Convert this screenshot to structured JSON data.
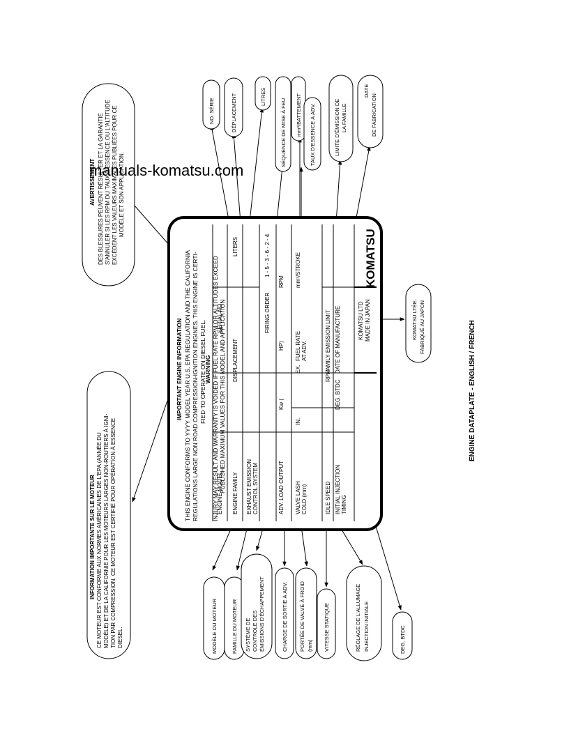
{
  "watermark": "manuals-komatsu.com",
  "caption": "ENGINE DATAPLATE - ENGLISH / FRENCH",
  "plate": {
    "title": "IMPORTANT ENGINE INFORMATION",
    "intro": [
      "THIS ENGINE CONFORMS TO YYYY MODEL YEAR U.S. EPA REGULATION AND THE CALIFORNIA",
      "REGULATIONS LARGE NON ROAD COMPRESSION-IGNITION ENGINES. THIS ENGINE IS CERTI-",
      "FIED TO OPERATE ON DIESEL FUEL."
    ],
    "warning_title": "WARNING",
    "warning": [
      "INJURY MAY RESULT AND WARRANTY IS VOIDED IF FUEL RATE RPM OR ALTITUDES EXCEED",
      "PUBLISHED MAXIMUM VALUES FOR THIS MODEL AND APPLICATION"
    ],
    "rows": {
      "engine_model": "ENGINE MODEL",
      "serial_no": "SERIAL NO.",
      "engine_family": "ENGINE FAMILY",
      "displacement": "DISPLACEMENT",
      "liters": "LITERS",
      "exhaust_1": "EXHAUST EMISSION",
      "exhaust_2": "CONTROL SYSTEM",
      "firing_order": "FIRING ORDER",
      "firing_value": "1 - 5 - 3 - 6 - 2 - 4",
      "load_output": "ADV. LOAD OUTPUT",
      "kw": "Kw (",
      "hp": "HP)",
      "rpm1": "RPM",
      "valve_1": "VALVE LASH",
      "valve_2": "COLD (mm)",
      "in": "IN.",
      "ex": "EX.",
      "fuel_1": "FUEL RATE",
      "fuel_2": "AT ADV.",
      "stroke": "mm³/STROKE",
      "idle": "IDLE SPEED",
      "rpm2": "RPM",
      "family_limit": "FAMILY EMISSION LIMIT",
      "timing_1": "INITIAL INJECTION",
      "timing_2": "TIMING",
      "btdc": "DEG. BTDC",
      "manufacture": "DATE OF MANUFACTURE",
      "maker_1": "KOMATSU LTD",
      "maker_2": "MADE IN JAPAN"
    },
    "logo": "KOMATSU"
  },
  "french_info": {
    "title": "INFORMATION IMPORTANTE SUR LE MOTEUR",
    "lines": [
      "CE MOTEUR EST CONFORME AUX NORMES AMÉRICAINES DE L'EPA (ANNÉE DU",
      "MODÈLE) ET DE LA CALIFORNIE POUR LES MOTEURS LARGES NON-ROUTIERS À IGNI-",
      "TION PAR COMPRESSION. CE MOTEUR EST CERTIFIÉ POUR OPÉRATION À ESSENCE",
      "DIESEL."
    ]
  },
  "french_warning": {
    "title": "AVERTISSEMENT",
    "lines": [
      "DES BLESSURES PEUVENT RÉSULTER ET LA GARANTIE",
      "S'ANNULER SI LES RPM DU TAUX D'ESSENCE OU L'ALTITUDE",
      "EXCÈDENT LES VALEURS MAXIMALES PUBLIÉES POUR CE",
      "MODÈLE ET SON APPLICATION."
    ]
  },
  "top_labels": {
    "no_serie": "NO. SÉRIE",
    "deplacement": "DÉPLACEMENT",
    "litres": "LITRES",
    "sequence": "SÉQUENCE DE MISE À FEU",
    "battement": "mm³/BATTEMENT",
    "taux": "TAUX D'ESSENCE À ADV.",
    "limite_1": "LIMITE D'ÉMISSION DE",
    "limite_2": "LA FAMILLE",
    "date_1": "DATE",
    "date_2": "DE FABRICATION"
  },
  "bottom_labels": {
    "modele": "MODÈLE DU MOTEUR",
    "famille": "FAMILLE DU MOTEUR",
    "systeme_1": "SYSTÈME DE",
    "systeme_2": "CONTROLE DES",
    "systeme_3": "ÉMISSIONS D'ÉCHAPPEMENT",
    "charge": "CHARGE DE SORTIE À ADV.",
    "portee_1": "PORTÉE DE VALVE À FROID",
    "portee_2": "(mm)",
    "vitesse": "VITESSE STATIQUE",
    "reglage_1": "RÉGLAGE DE L'ALLUMAGE",
    "reglage_2": "INJECTION INITIALE",
    "deg": "DEG. BTDC"
  },
  "komatsu_ltee": {
    "line1": "KOMATSU LTÉE.",
    "line2": "FABRIQUÉ AU JAPON"
  }
}
